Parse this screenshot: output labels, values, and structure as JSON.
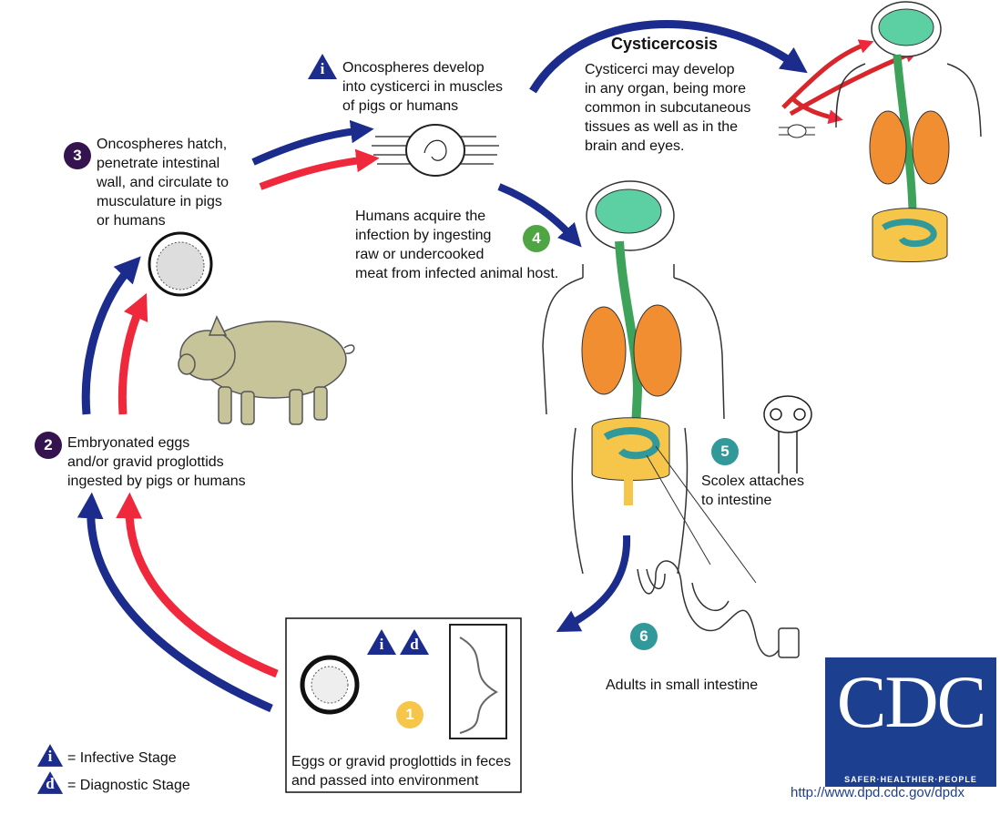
{
  "title": "Cysticercosis",
  "colors": {
    "navy": "#1c2c8c",
    "red": "#f0283c",
    "purple": "#34134f",
    "green": "#4fa443",
    "teal": "#32999a",
    "yellow": "#f6c64a",
    "orange": "#f28e32",
    "brain": "#5ccfa3",
    "tract": "#3da35a",
    "colon": "#f6c64a",
    "pig": "#c8c49a",
    "cdc": "#1d3f8f"
  },
  "stages": [
    {
      "num": "1",
      "text": "Eggs or gravid proglottids in feces\nand passed into environment"
    },
    {
      "num": "2",
      "text": "Embryonated eggs\nand/or gravid proglottids\ningested by pigs or humans"
    },
    {
      "num": "3",
      "text": "Oncospheres hatch,\npenetrate intestinal\nwall, and circulate to\nmusculature in pigs\nor humans"
    },
    {
      "num": "4",
      "text": "Humans acquire the\ninfection by ingesting\nraw or undercooked\nmeat from infected animal host."
    },
    {
      "num": "5",
      "text": "Scolex attaches\nto intestine"
    },
    {
      "num": "6",
      "text": "Adults in small intestine"
    }
  ],
  "cyst_text": "Oncospheres develop\ninto cysticerci in muscles\nof pigs or humans",
  "cysticercosis_text": "Cysticerci may develop\nin any organ, being more\ncommon in subcutaneous\ntissues as well as in the\nbrain and eyes.",
  "legend": {
    "infective_letter": "i",
    "infective_label": "= Infective Stage",
    "diagnostic_letter": "d",
    "diagnostic_label": "= Diagnostic Stage"
  },
  "cdc": {
    "logo": "CDC",
    "tagline": "SAFER·HEALTHIER·PEOPLE",
    "url": "http://www.dpd.cdc.gov/dpdx"
  }
}
